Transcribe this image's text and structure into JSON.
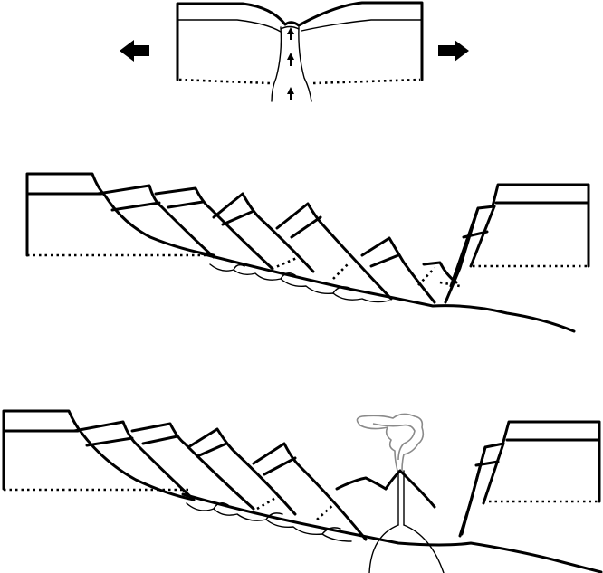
{
  "figure": {
    "stages": [
      {
        "id": "initial-rifting",
        "extension_arrows": [
          "left",
          "right"
        ],
        "upwelling_arrows": 3
      },
      {
        "id": "tilted-fault-blocks",
        "fault_blocks": 6
      },
      {
        "id": "rift-volcanism",
        "fault_blocks": 6,
        "volcano": true,
        "eruption_plume": true
      }
    ],
    "colors": {
      "line": "#000000",
      "plume": "#8a8a8a",
      "background": "#ffffff"
    }
  }
}
